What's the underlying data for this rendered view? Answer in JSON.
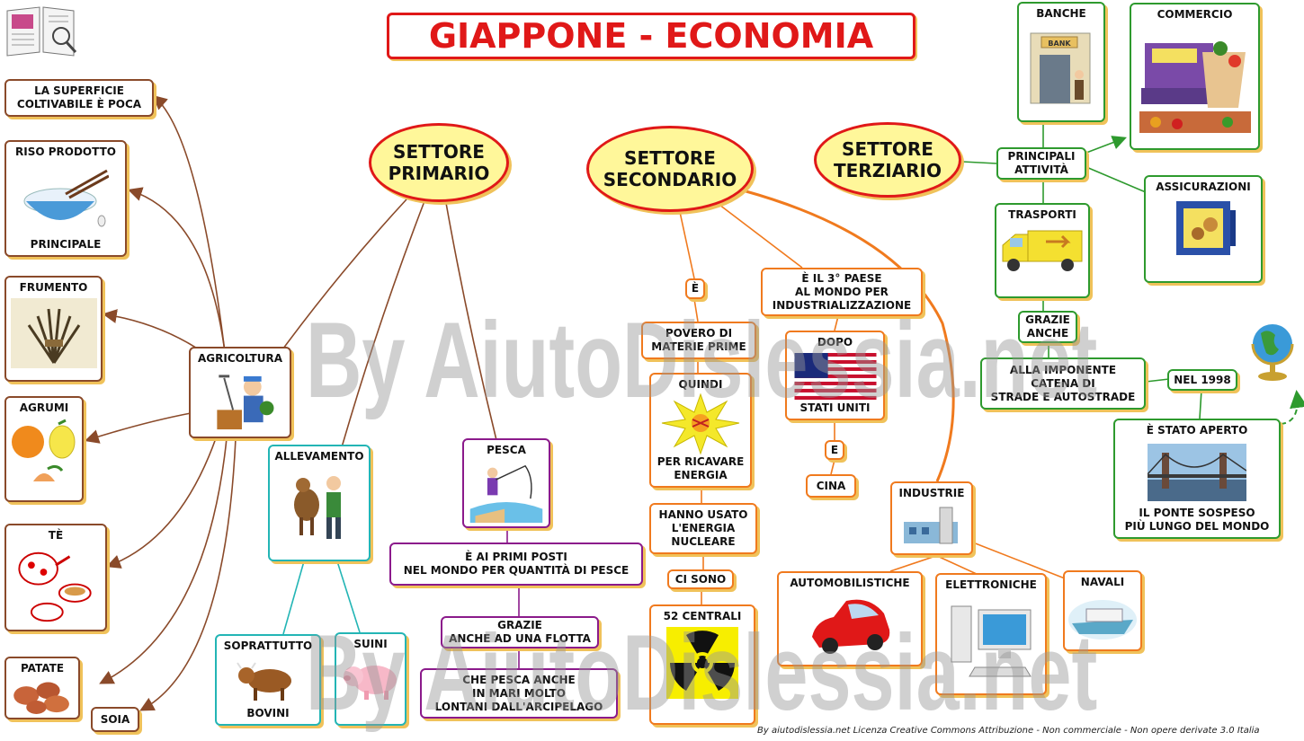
{
  "title": "GIAPPONE - ECONOMIA",
  "watermark": "By AiutoDislessia.net",
  "credit": "By aiutodislessia.net Licenza Creative Commons Attribuzione - Non commerciale - Non opere derivate 3.0 Italia",
  "colors": {
    "primary": "#8a4a2a",
    "secondary": "#f07a1e",
    "tertiary": "#2e9a2e",
    "fishing": "#8b1a8b",
    "breeding": "#23b5b5",
    "title": "#e01818"
  },
  "sectors": {
    "primario": "SETTORE\nPRIMARIO",
    "secondario": "SETTORE\nSECONDARIO",
    "terziario": "SETTORE\nTERZIARIO"
  },
  "primary": {
    "agricoltura": "AGRICOLTURA",
    "superficie": "LA SUPERFICIE\nCOLTIVABILE È POCA",
    "riso_top": "RISO PRODOTTO",
    "riso_bottom": "PRINCIPALE",
    "frumento": "FRUMENTO",
    "agrumi": "AGRUMI",
    "te": "TÈ",
    "patate": "PATATE",
    "soia": "SOIA",
    "allevamento": "ALLEVAMENTO",
    "soprattutto": "SOPRATTUTTO",
    "bovini": "BOVINI",
    "suini": "SUINI",
    "pesca": "PESCA",
    "primi_posti": "È AI PRIMI POSTI\nNEL MONDO PER QUANTITÀ DI PESCE",
    "flotta": "GRAZIE\nANCHE AD UNA FLOTTA",
    "mari": "CHE PESCA ANCHE\nIN MARI MOLTO\nLONTANI DALL'ARCIPELAGO"
  },
  "secondary": {
    "e_label": "È",
    "povero": "POVERO DI\nMATERIE PRIME",
    "quindi": "QUINDI",
    "per_ricavare": "PER RICAVARE\nENERGIA",
    "nucleare": "HANNO USATO\nL'ENERGIA\nNUCLEARE",
    "ci_sono": "CI SONO",
    "centrali": "52 CENTRALI",
    "terzo_paese": "È IL 3° PAESE\nAL MONDO PER\nINDUSTRIALIZZAZIONE",
    "dopo": "DOPO",
    "stati_uniti": "STATI  UNITI",
    "e_conj": "E",
    "cina": "CINA",
    "industrie": "INDUSTRIE",
    "automobilistiche": "AUTOMOBILISTICHE",
    "elettroniche": "ELETTRONICHE",
    "navali": "NAVALI"
  },
  "tertiary": {
    "principali": "PRINCIPALI\nATTIVITÀ",
    "banche": "BANCHE",
    "bank_sign": "BANK",
    "commercio": "COMMERCIO",
    "assicurazioni": "ASSICURAZIONI",
    "trasporti": "TRASPORTI",
    "grazie_anche": "GRAZIE\nANCHE",
    "catena": "ALLA IMPONENTE\nCATENA DI\nSTRADE E AUTOSTRADE",
    "nel_1998": "NEL 1998",
    "aperto": "È STATO APERTO",
    "ponte": "IL PONTE SOSPESO\nPIÙ LUNGO DEL MONDO"
  }
}
